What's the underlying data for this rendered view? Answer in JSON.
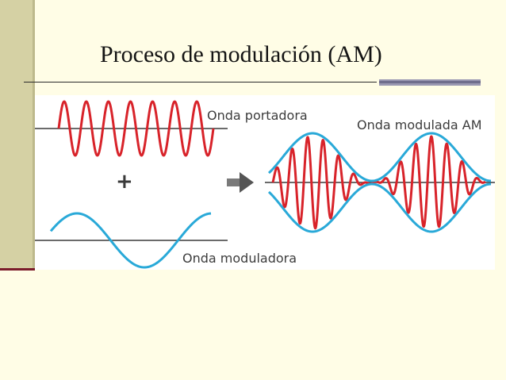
{
  "slide": {
    "title": "Proceso de modulación (AM)"
  },
  "figure": {
    "carrier_label": "Onda portadora",
    "modulated_label": "Onda modulada AM",
    "modulating_label": "Onda moduladora",
    "plus_symbol": "+"
  },
  "colors": {
    "background": "#fffde6",
    "carrier_wave": "#d8232a",
    "modulating_wave": "#29a9d8",
    "axis": "#3a3a3a",
    "arrow": "#555555"
  },
  "icons": {
    "arrow": "right-arrow-icon"
  }
}
